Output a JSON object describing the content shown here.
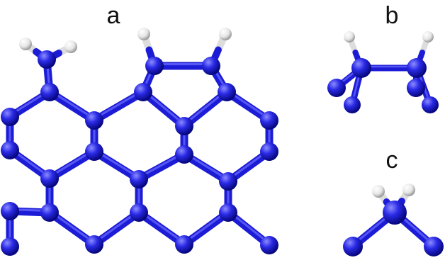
{
  "labels": {
    "a": "a",
    "b": "b",
    "c": "c"
  },
  "colors": {
    "atom": "#1c1cd6",
    "bond": "#1c1cd6",
    "hydrogen": "#eeeeee"
  }
}
